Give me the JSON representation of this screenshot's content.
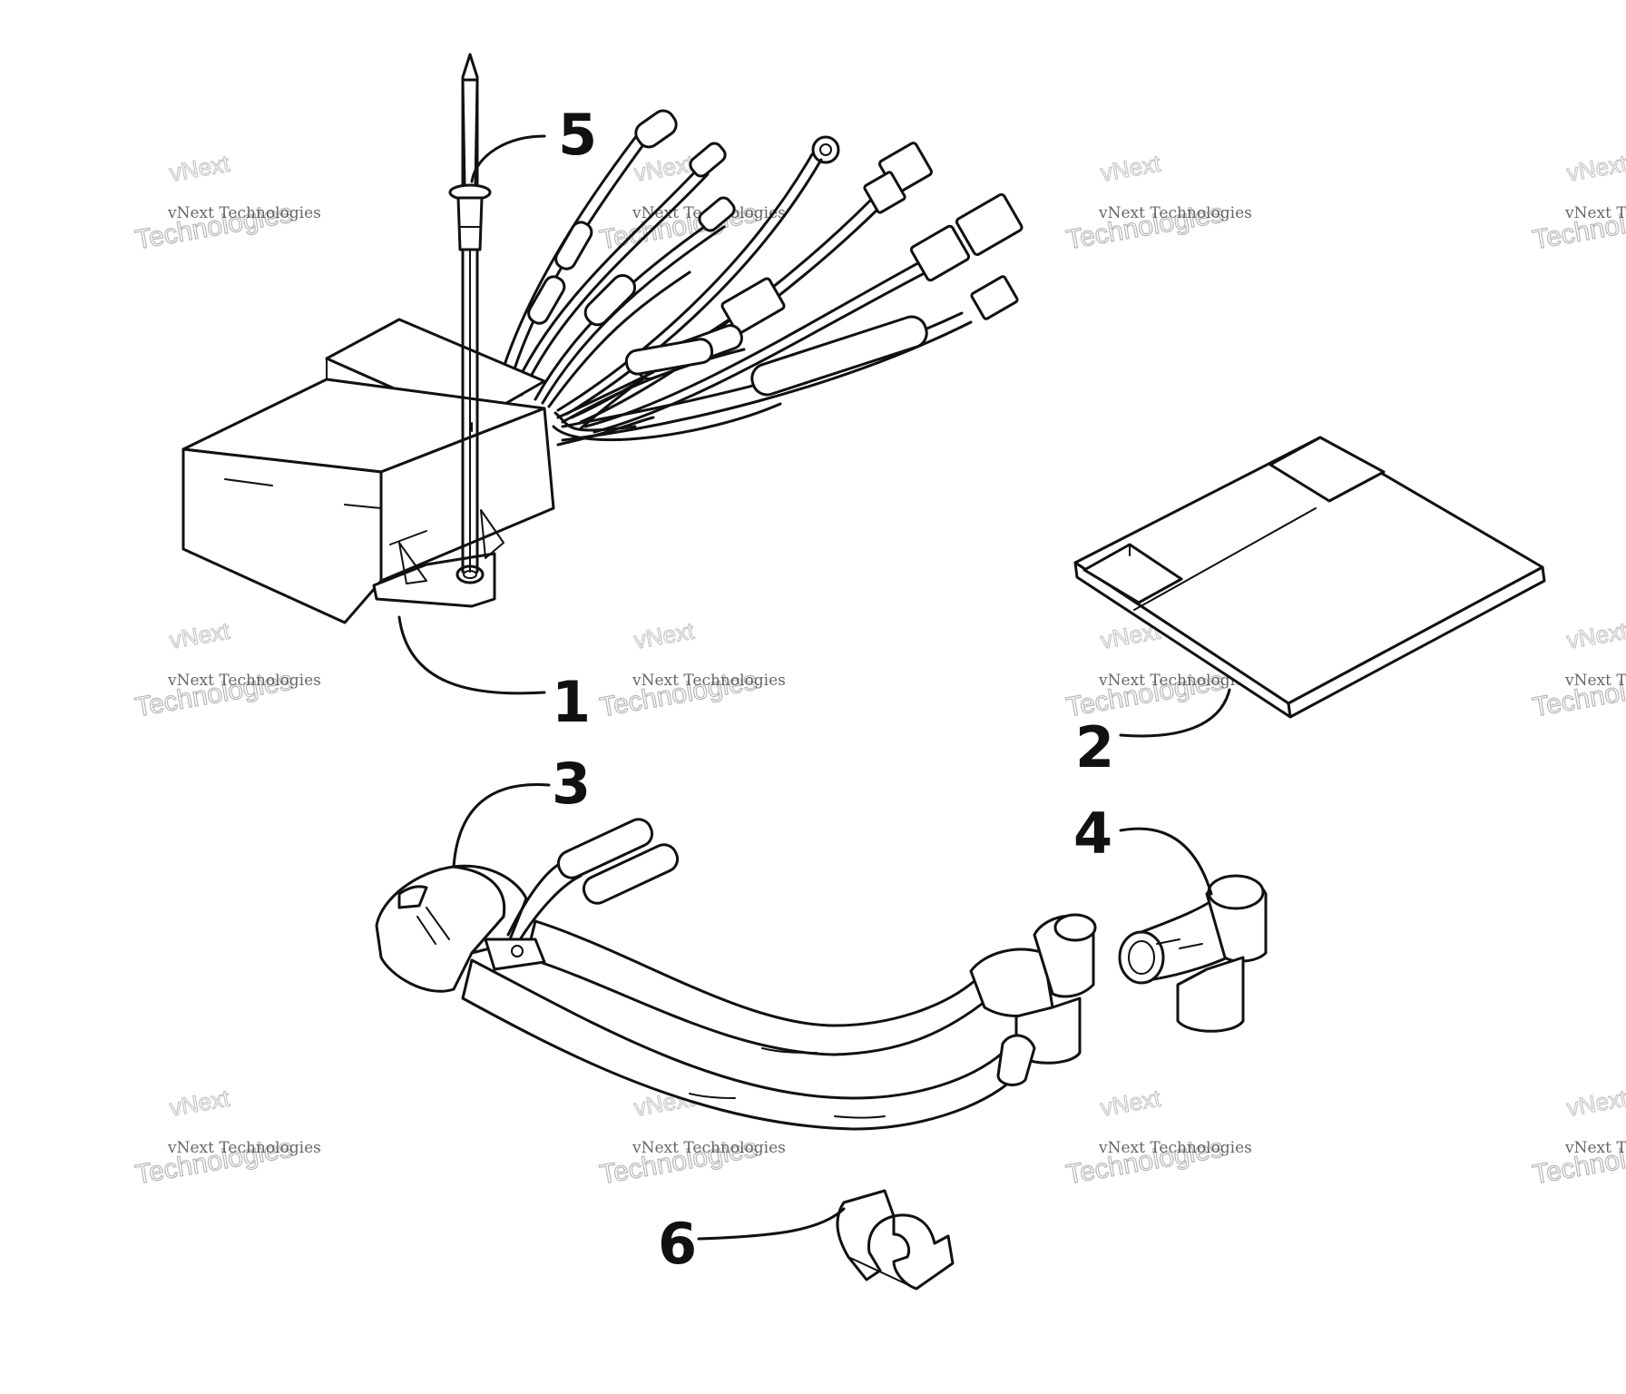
{
  "callouts": {
    "c1": "1",
    "c2": "2",
    "c3": "3",
    "c4": "4",
    "c5": "5",
    "c6": "6"
  },
  "watermark": {
    "small": "vNext Technologies",
    "big": "Technologies",
    "top": "vNext"
  }
}
